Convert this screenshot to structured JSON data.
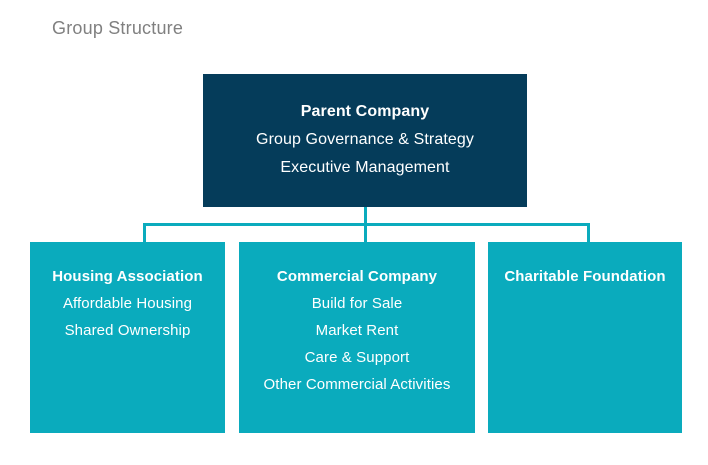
{
  "title": "Group Structure",
  "colors": {
    "title_text": "#808080",
    "parent_fill": "#053c5a",
    "child_fill": "#0aabbd",
    "connector": "#0aabbd",
    "node_text": "#ffffff",
    "background": "#ffffff"
  },
  "chart_data": {
    "type": "diagram",
    "title": "Group Structure",
    "layout": "org-chart",
    "nodes": [
      {
        "id": "parent",
        "heading": "Parent  Company",
        "lines": [
          "Group Governance & Strategy",
          "Executive Management"
        ],
        "level": 0,
        "fill": "#053c5a"
      },
      {
        "id": "housing",
        "heading": "Housing  Association",
        "lines": [
          "Affordable Housing",
          "Shared Ownership"
        ],
        "level": 1,
        "fill": "#0aabbd"
      },
      {
        "id": "commercial",
        "heading": "Commercial  Company",
        "lines": [
          "Build for Sale",
          "Market Rent",
          "Care & Support",
          "Other Commercial Activities"
        ],
        "level": 1,
        "fill": "#0aabbd"
      },
      {
        "id": "charity",
        "heading": "Charitable  Foundation",
        "lines": [],
        "level": 1,
        "fill": "#0aabbd"
      }
    ],
    "edges": [
      {
        "from": "parent",
        "to": "housing"
      },
      {
        "from": "parent",
        "to": "commercial"
      },
      {
        "from": "parent",
        "to": "charity"
      }
    ]
  },
  "parent": {
    "heading": "Parent  Company",
    "line1": "Group Governance & Strategy",
    "line2": "Executive Management"
  },
  "housing": {
    "heading": "Housing  Association",
    "line1": "Affordable Housing",
    "line2": "Shared Ownership"
  },
  "commercial": {
    "heading": "Commercial  Company",
    "line1": "Build for Sale",
    "line2": "Market Rent",
    "line3": "Care & Support",
    "line4": "Other Commercial Activities"
  },
  "charity": {
    "heading": "Charitable  Foundation"
  }
}
